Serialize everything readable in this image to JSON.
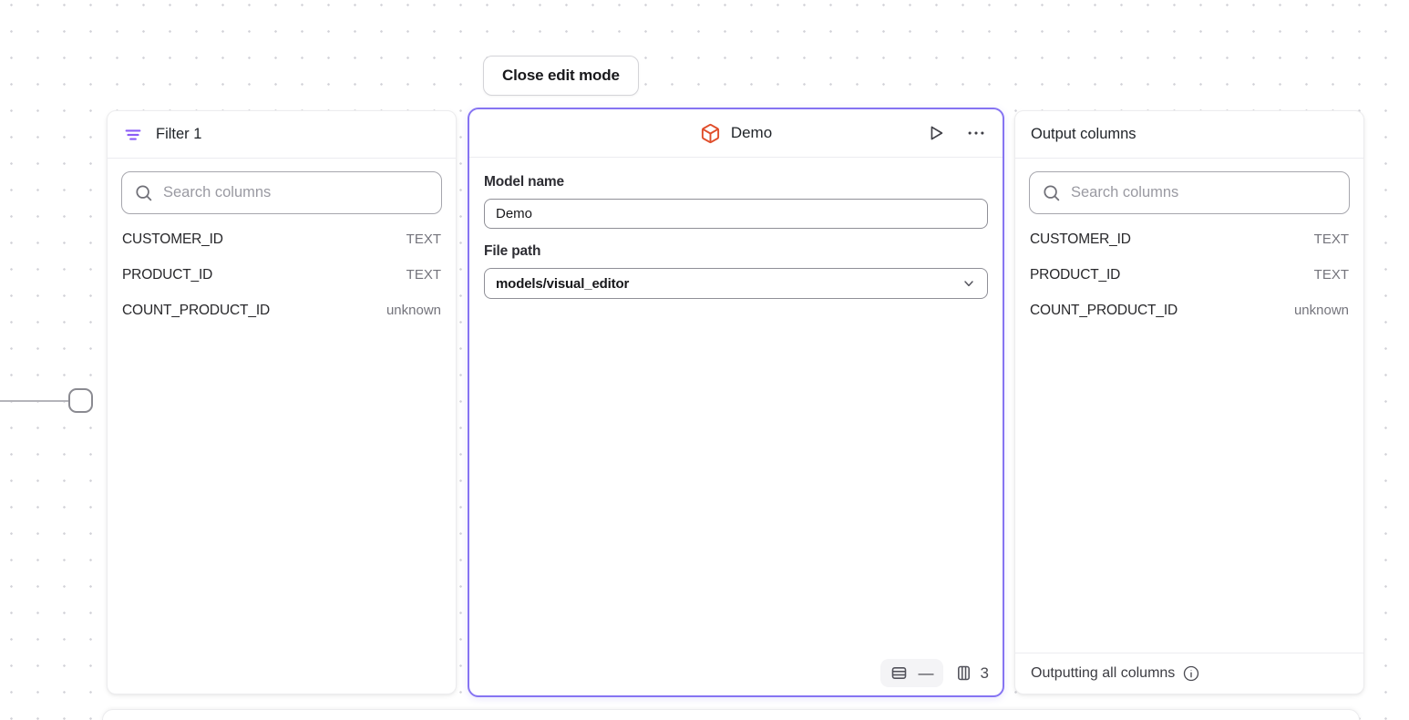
{
  "toolbar": {
    "close_button_label": "Close edit mode"
  },
  "filter_panel": {
    "title": "Filter 1",
    "search_placeholder": "Search columns",
    "columns": [
      {
        "name": "CUSTOMER_ID",
        "type": "TEXT"
      },
      {
        "name": "PRODUCT_ID",
        "type": "TEXT"
      },
      {
        "name": "COUNT_PRODUCT_ID",
        "type": "unknown"
      }
    ]
  },
  "model_panel": {
    "title": "Demo",
    "model_name_label": "Model name",
    "model_name_value": "Demo",
    "file_path_label": "File path",
    "file_path_value": "models/visual_editor",
    "row_count_display": "—",
    "column_count": "3",
    "accent_border_color": "#8674f2",
    "cube_icon_color": "#e04e2c"
  },
  "output_panel": {
    "title": "Output columns",
    "search_placeholder": "Search columns",
    "columns": [
      {
        "name": "CUSTOMER_ID",
        "type": "TEXT"
      },
      {
        "name": "PRODUCT_ID",
        "type": "TEXT"
      },
      {
        "name": "COUNT_PRODUCT_ID",
        "type": "unknown"
      }
    ],
    "footer_text": "Outputting all columns"
  },
  "colors": {
    "filter_icon": "#8b5cf6",
    "dot_grid": "#d2d2d8"
  }
}
